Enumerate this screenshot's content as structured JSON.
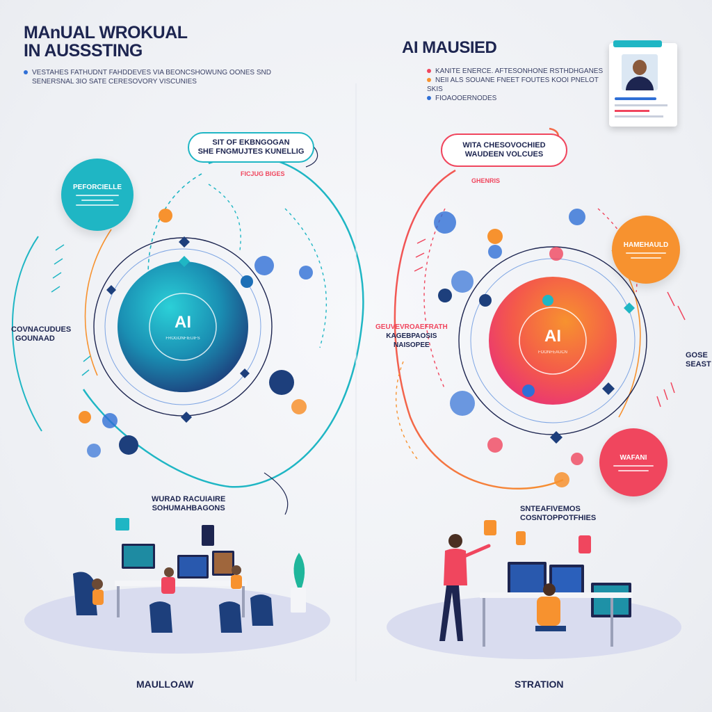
{
  "left": {
    "title_line1": "MAnUAL WROKUAL",
    "title_line2": "IN AUSSSTING",
    "desc_line1": "VESTAHES FATHUDNT FAHDDEVES VIA BEONCSHOWUNG OONES SND",
    "desc_line2": "SENERSNAL 3IO SATE CERESOVORY VISCUNIES",
    "callout_line1": "SIT OF EKBNGOGAN",
    "callout_line2": "SHE FNGMUJTES KUNELLIG",
    "callout_sub": "FICJUG BIGES",
    "bubble_title": "PEFORCIELLE",
    "core_label": "AI",
    "core_caption": "FROGONFIEUIFS",
    "side_label_line1": "COVNACUDUES",
    "side_label_line2": "GOUNAAD",
    "bottom_label_line1": "WURAD RACUIAIRE",
    "bottom_label_line2": "SOHUMAHBAGONS",
    "footer": "MAULLOAW"
  },
  "right": {
    "title": "AI MAUSIED",
    "bullets": [
      "KANITE ENERCE. AFTESONHONE RSTHDHGANES",
      "NEII ALS SOUANE FNEET FOUTES KOOI PNELOT SKIS",
      "FIOAOOERNODES"
    ],
    "callout_line1": "WITA CHESOVOCHIED",
    "callout_line2": "WAUDEEN VOLCUES",
    "callout_sub": "GHENRIS",
    "bubble_top_title": "HAMEHAULD",
    "bubble_bottom_title": "WAFANI",
    "core_label": "AI",
    "core_caption": "FOONFEAUCN",
    "center_label_line1": "GEUVEVROAEFRATH",
    "center_label_line2": "KAGEBPAOSIS",
    "center_label_line3": "NAISOPEE",
    "edge_label_line1": "GOSE",
    "edge_label_line2": "SEAST",
    "bottom_label_line1": "SNTEAFIVEMOS",
    "bottom_label_line2": "COSNTOPPOTFHIES",
    "footer": "STRATION"
  },
  "colors": {
    "teal": "#1fb6c4",
    "navy": "#1d2550",
    "orange": "#f7922f",
    "coral": "#f0465e",
    "blue": "#2f6fd6"
  }
}
